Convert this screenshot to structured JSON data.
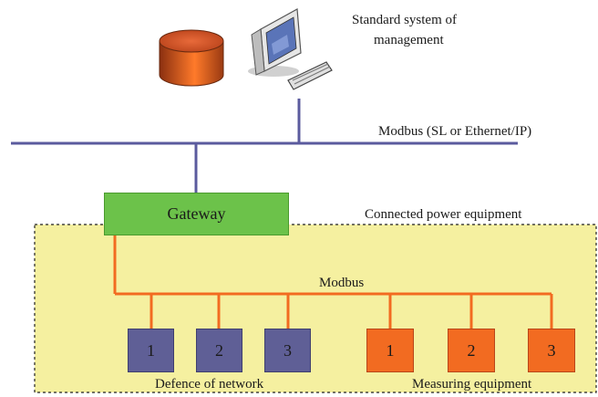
{
  "management": {
    "label_line1": "Standard system of",
    "label_line2": "management"
  },
  "top_bus": {
    "label": "Modbus (SL or Ethernet/IP)",
    "color": "#5b5b9e"
  },
  "gateway": {
    "label": "Gateway",
    "color": "#6cc24a"
  },
  "area": {
    "label": "Connected power equipment",
    "fill": "#f5f0a0"
  },
  "inner_bus": {
    "label": "Modbus",
    "color": "#f26b21"
  },
  "groups": [
    {
      "label": "Defence of network",
      "color": "#5f5f96",
      "devices": [
        "1",
        "2",
        "3"
      ]
    },
    {
      "label": "Measuring equipment",
      "color": "#f26b21",
      "devices": [
        "1",
        "2",
        "3"
      ]
    }
  ]
}
